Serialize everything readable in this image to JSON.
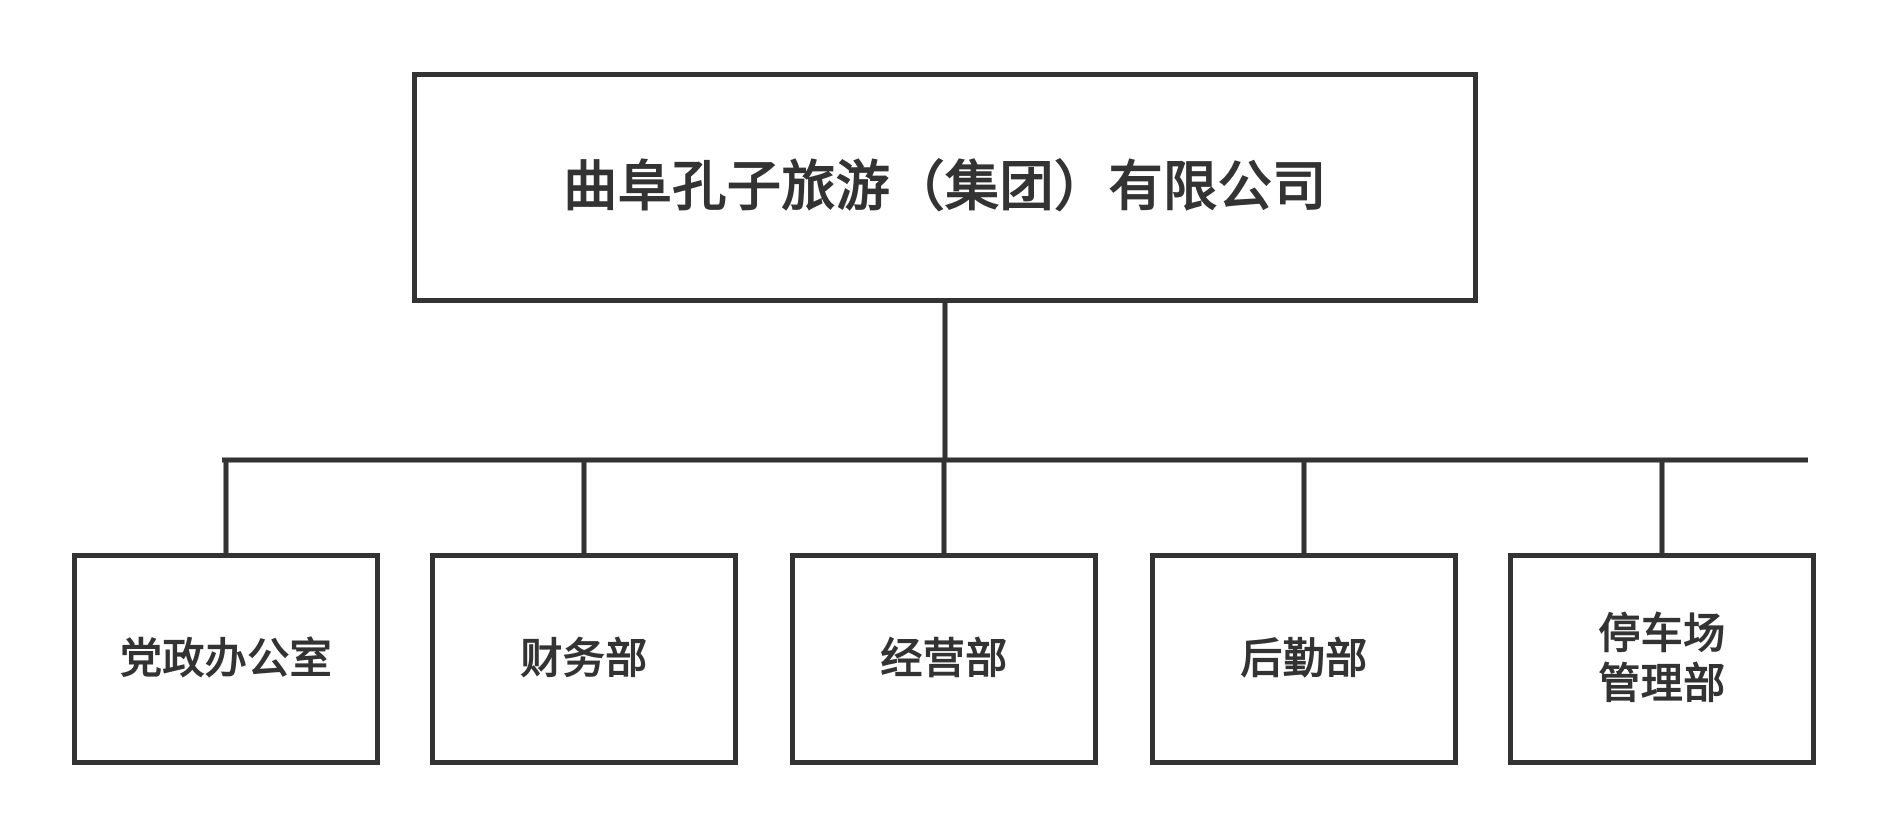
{
  "chart": {
    "type": "org-chart",
    "title_node": {
      "id": "root",
      "label": "曲阜孔子旅游（集团）有限公司"
    },
    "children": [
      {
        "id": "leaf-0",
        "label": "党政办公室"
      },
      {
        "id": "leaf-1",
        "label": "财务部"
      },
      {
        "id": "leaf-2",
        "label": "经营部"
      },
      {
        "id": "leaf-3",
        "label": "后勤部"
      },
      {
        "id": "leaf-4",
        "label": "停车场\n管理部"
      }
    ]
  },
  "chart_data": {
    "type": "diagram",
    "diagram_kind": "organizational-hierarchy",
    "title": "曲阜孔子旅游（集团）有限公司",
    "levels": 2,
    "nodes": [
      {
        "id": "root",
        "label": "曲阜孔子旅游（集团）有限公司",
        "level": 0,
        "parent": null
      },
      {
        "id": "leaf-0",
        "label": "党政办公室",
        "level": 1,
        "parent": "root"
      },
      {
        "id": "leaf-1",
        "label": "财务部",
        "level": 1,
        "parent": "root"
      },
      {
        "id": "leaf-2",
        "label": "经营部",
        "level": 1,
        "parent": "root"
      },
      {
        "id": "leaf-3",
        "label": "后勤部",
        "level": 1,
        "parent": "root"
      },
      {
        "id": "leaf-4",
        "label": "停车场管理部",
        "level": 1,
        "parent": "root"
      }
    ],
    "edges": [
      {
        "from": "root",
        "to": "leaf-0"
      },
      {
        "from": "root",
        "to": "leaf-1"
      },
      {
        "from": "root",
        "to": "leaf-2"
      },
      {
        "from": "root",
        "to": "leaf-3"
      },
      {
        "from": "root",
        "to": "leaf-4"
      }
    ],
    "child_count": 5,
    "connector_style": "orthogonal-bus"
  },
  "style": {
    "stroke_color": "#333333",
    "background_color": "#ffffff",
    "text_color": "#333333",
    "stroke_width": 5
  }
}
